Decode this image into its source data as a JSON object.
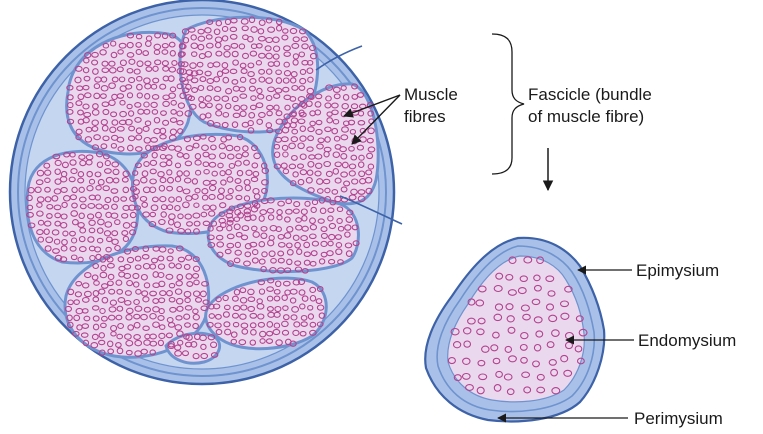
{
  "labels": {
    "muscle_fibres_line1": "Muscle",
    "muscle_fibres_line2": "fibres",
    "fascicle_line1": "Fascicle (bundle",
    "fascicle_line2": "of muscle fibre)",
    "epimysium": "Epimysium",
    "endomysium": "Endomysium",
    "perimysium": "Perimysium"
  },
  "colors": {
    "sheath_blue": "#6f93cf",
    "sheath_dark": "#3d62a8",
    "fill_light_blue": "#bcd0ee",
    "fascicle_pink": "#ead9ee",
    "fibre_magenta": "#b4428f",
    "text": "#1a1a1a"
  },
  "icons": {
    "arrow": "arrow-icon",
    "brace": "curly-brace-icon"
  }
}
